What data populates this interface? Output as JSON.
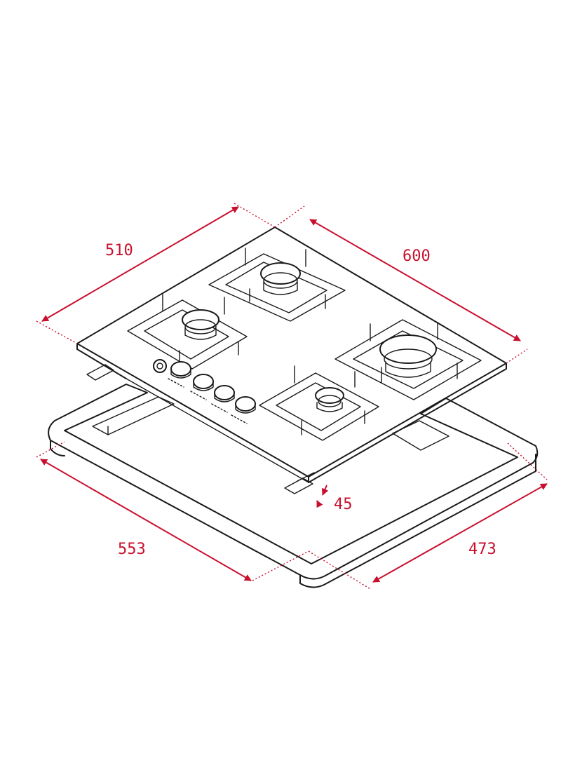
{
  "colors": {
    "dimension": "#c8102e",
    "outline": "#1a1a1a",
    "background": "#ffffff"
  },
  "dimensions": {
    "width_top": "510",
    "depth_top": "600",
    "cutout_width": "553",
    "cutout_depth": "473",
    "height": "45"
  },
  "burners": [
    "rear-left",
    "rear-center",
    "front-center",
    "front-right-wok"
  ],
  "knob_count": 4
}
